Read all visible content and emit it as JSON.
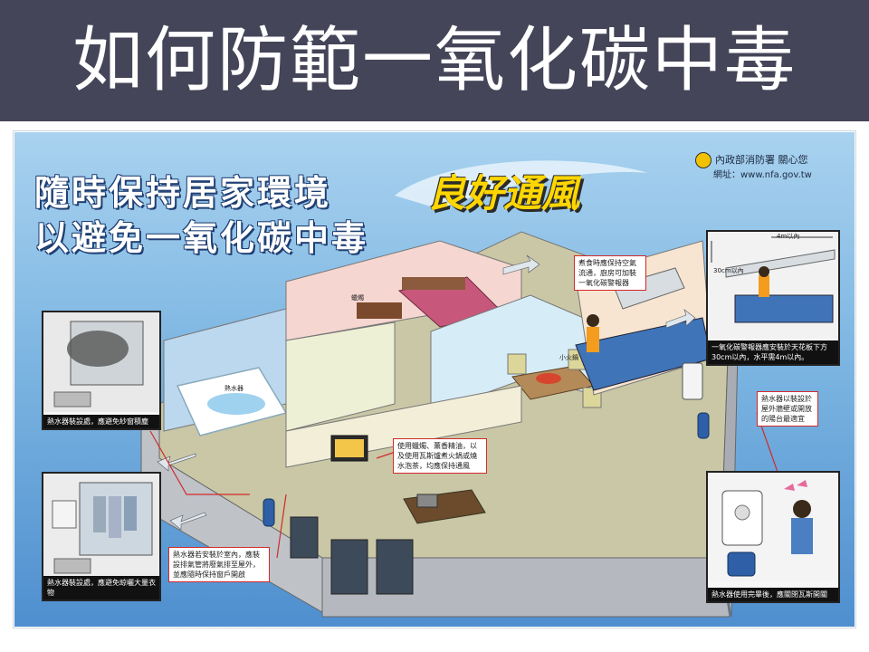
{
  "header": {
    "title": "如何防範一氧化碳中毒",
    "background": "#454559",
    "text_color": "#ffffff"
  },
  "poster": {
    "headline_line1": "隨時保持居家環境",
    "headline_line2": "以避免一氧化碳中毒",
    "slogan": "良好通風",
    "slogan_color": "#ffd600",
    "credit_line1": "內政部消防署 關心您",
    "credit_line2": "網址：www.nfa.gov.tw",
    "room_labels": {
      "bathroom": "熱水器",
      "dining": "小火鍋",
      "bedroom": "蠟燭"
    },
    "insets": [
      {
        "id": "left-top",
        "caption": "熱水器裝設處，應避免紗窗積塵"
      },
      {
        "id": "left-bottom",
        "caption": "熱水器裝設處，應避免晾曬大量衣物"
      },
      {
        "id": "right-top",
        "caption": "一氧化碳警報器應安裝於天花板下方30cm以內，水平需4m以內。",
        "measure_top": "4m以內",
        "measure_side": "30cm以內"
      },
      {
        "id": "right-bottom",
        "caption": "熱水器使用完畢後，應關閉瓦斯開關"
      }
    ],
    "callouts": [
      {
        "id": "kitchen",
        "text": "煮食時應保持空氣流通，廚房可加裝一氧化碳警報器"
      },
      {
        "id": "living",
        "text": "使用蠟燭、薰香精油，以及使用瓦斯爐煮火鍋或燒水泡茶，均應保持通風"
      },
      {
        "id": "heater-indoor",
        "text": "熱水器若安裝於室內，應裝設排氣管將廢氣排至屋外，並應隨時保持窗戶開啟"
      },
      {
        "id": "balcony",
        "text": "熱水器以裝設於屋外牆壁或開放的陽台最適宜"
      }
    ]
  }
}
